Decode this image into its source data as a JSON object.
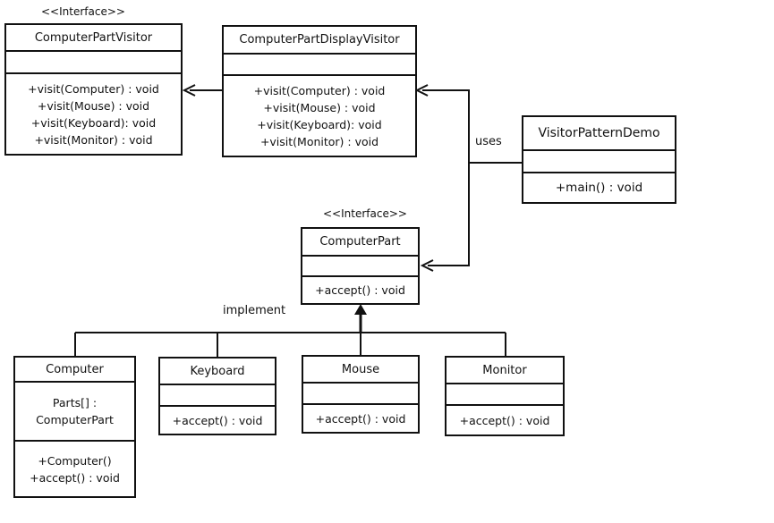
{
  "stereotype": "<<Interface>>",
  "labels": {
    "uses": "uses",
    "implement": "implement"
  },
  "classes": {
    "visitor": {
      "name": "ComputerPartVisitor",
      "ops": [
        "+visit(Computer)   : void",
        "+visit(Mouse)   : void",
        "+visit(Keyboard):  void",
        "+visit(Monitor)   : void"
      ]
    },
    "display_visitor": {
      "name": "ComputerPartDisplayVisitor",
      "ops": [
        "+visit(Computer)   : void",
        "+visit(Mouse)   : void",
        "+visit(Keyboard):  void",
        "+visit(Monitor)   : void"
      ]
    },
    "demo": {
      "name": "VisitorPatternDemo",
      "ops": [
        "+main() : void"
      ]
    },
    "computer_part": {
      "name": "ComputerPart",
      "ops": [
        "+accept() : void"
      ]
    },
    "computer": {
      "name": "Computer",
      "attrs": [
        "Parts[] :",
        "ComputerPart"
      ],
      "ops": [
        "+Computer()",
        "+accept() : void"
      ]
    },
    "keyboard": {
      "name": "Keyboard",
      "ops": [
        "+accept() : void"
      ]
    },
    "mouse": {
      "name": "Mouse",
      "ops": [
        "+accept() : void"
      ]
    },
    "monitor": {
      "name": "Monitor",
      "ops": [
        "+accept() : void"
      ]
    }
  }
}
